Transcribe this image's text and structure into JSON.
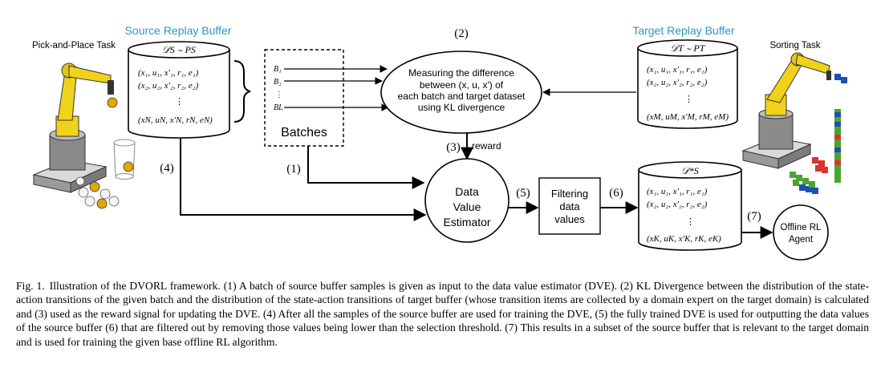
{
  "diagram": {
    "labels": {
      "source_buffer_title": "Source Replay Buffer",
      "target_buffer_title": "Target Replay Buffer",
      "pick_place_task": "Pick-and-Place Task",
      "sorting_task": "Sorting Task",
      "batches": "Batches",
      "reward": "reward"
    },
    "steps": {
      "s1": "(1)",
      "s2": "(2)",
      "s3": "(3)",
      "s4": "(4)",
      "s5": "(5)",
      "s6": "(6)",
      "s7": "(7)"
    },
    "source_buffer": {
      "header": "𝒟S ∼ PS",
      "rows": [
        "(x₁, u₁, x′₁, r₁, e₁)",
        "(x₂, u₂, x′₂, r₂, e₂)",
        "⋮",
        "(xN, uN, x′N, rN, eN)"
      ]
    },
    "target_buffer": {
      "header": "𝒟T ∼ PT",
      "rows": [
        "(x₁, u₁, x′₁, r₁, e₁)",
        "(x₂, u₂, x′₂, r₂, e₂)",
        "⋮",
        "(xM, uM, x′M, rM, eM)"
      ]
    },
    "filtered_buffer": {
      "header": "𝒟*S",
      "rows": [
        "(x₁, u₁, x′₁, r₁, e₁)",
        "(x₂, u₂, x′₂, r₂, e₂)",
        "⋮",
        "(xK, uK, x′K, rK, eK)"
      ]
    },
    "batch_items": [
      "B₁",
      "B₂",
      "⋮",
      "BL"
    ],
    "kl_node": {
      "lines": [
        "Measuring the difference",
        "between  (x, u, x′)  of",
        "each batch and target dataset",
        "using KL divergence"
      ]
    },
    "dve_node": {
      "lines": [
        "Data",
        "Value",
        "Estimator"
      ]
    },
    "filter_node": {
      "lines": [
        "Filtering",
        "data",
        "values"
      ]
    },
    "agent_node": {
      "lines": [
        "Offline RL",
        "Agent"
      ]
    },
    "colors": {
      "title_blue": "#2e95c6",
      "robot_yellow": "#f1d21a",
      "robot_gray": "#8a8a8a",
      "cube_red": "#d9362a",
      "cube_green": "#4aa52e",
      "cube_blue": "#1c4fb0"
    }
  },
  "caption": {
    "label": "Fig. 1.",
    "text": "Illustration of the DVORL framework. (1) A batch of source buffer samples is given as input to the data value estimator (DVE). (2) KL Divergence between the distribution of the state-action transitions of the given batch and the distribution of the state-action transitions of target buffer (whose transition items are collected by a domain expert on the target domain) is calculated and (3) used as the reward signal for updating the DVE. (4) After all the samples of the source buffer are used for training the DVE, (5) the fully trained DVE is used for outputting the data values of the source buffer (6) that are filtered out by removing those values being lower than the selection threshold. (7) This results in a subset of the source buffer that is relevant to the target domain and is used for training the given base offline RL algorithm."
  }
}
